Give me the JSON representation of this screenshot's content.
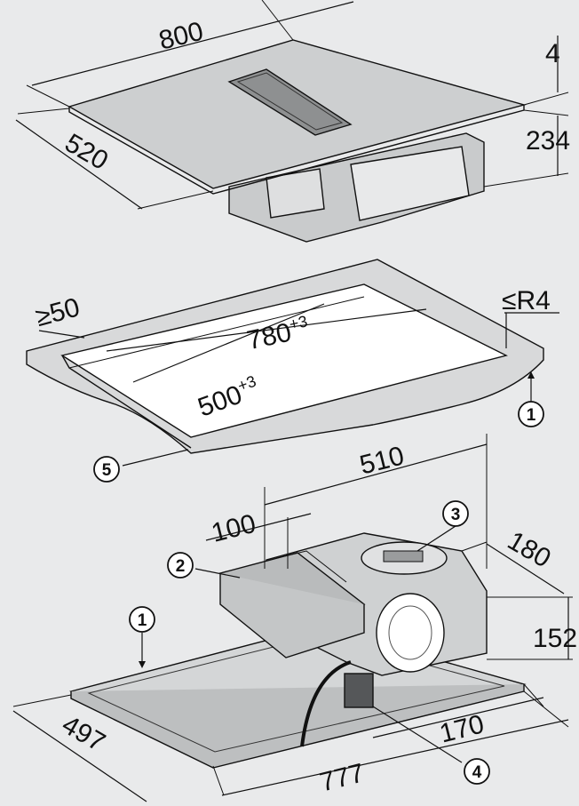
{
  "colors": {
    "background": "#e9eaeb",
    "glass": "#cdcfd0",
    "counter": "#d8d9da",
    "cutout": "#ffffff",
    "unit": "#cfd1d2",
    "line": "#111111"
  },
  "top_view": {
    "width": "800",
    "depth": "520",
    "glass_thickness": "4",
    "height": "234"
  },
  "cutout_view": {
    "edge_distance": "≥50",
    "corner_radius": "≤R4",
    "width": "780",
    "width_tolerance": "+3",
    "depth": "500",
    "depth_tolerance": "+3"
  },
  "bottom_view": {
    "fan_width": "510",
    "fan_depth": "180",
    "fan_height": "152",
    "box_offset": "100",
    "fan_offset": "170",
    "frame_width": "777",
    "frame_depth": "497"
  },
  "callouts": [
    "1",
    "2",
    "3",
    "4",
    "5"
  ]
}
